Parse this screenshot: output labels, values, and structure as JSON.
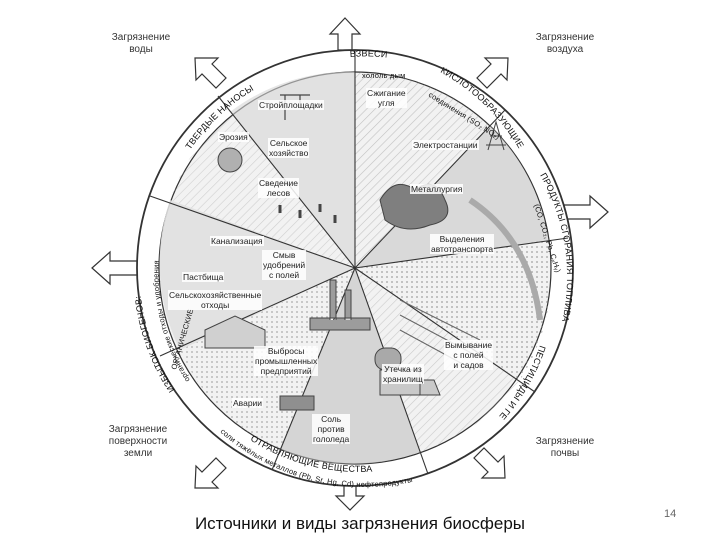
{
  "corners": {
    "water": "Загрязнение\nводы",
    "air": "Загрязнение\nвоздуха",
    "surface": "Загрязнение\nповерхности\nземли",
    "soil": "Загрязнение\nпочвы"
  },
  "rim": {
    "solid_sediments": "ТВЕРДЫЕ НАНОСЫ",
    "suspended": "ВЗВЕСИ",
    "suspended_sub": "хололь дым",
    "acid_forming": "КИСЛОТООБРАЗУЮЩИЕ",
    "acid_forming_sub": "соединения (SO₂ NO₂)",
    "fuel_products": "ПРОДУКТЫ СГОРАНИЯ ТОПЛИВА",
    "fuel_products_sub": "(CO, CO₂, Pb, CₓHᵧ)",
    "pesticides": "ПЕСТИЦИДЫ И ГЕРБИЦИДЫ",
    "toxic": "ОТРАВЛЯЮЩИЕ ВЕЩЕСТВА",
    "toxic_sub": "соли тяжёлых металлов (Pb, Sr, Hg, Cd) нефтепродукты",
    "biogens": "ИЗБЫТОК БИОГЕНОВ:",
    "biogens_sub1": "органические отходы и удобрения",
    "biogens_sub2": "ОРГАНИЧЕСКИЕ"
  },
  "sectors": {
    "construction": "Стройплощадки",
    "erosion": "Эрозия",
    "agriculture": "Сельское\nхозяйство",
    "deforestation": "Сведение\nлесов",
    "coal_burning": "Сжигание\nугля",
    "power_plants": "Электростанции",
    "metallurgy": "Металлургия",
    "transport": "Выделения\nавтотранспорта",
    "sewage": "Канализация",
    "fertilizer_runoff": "Смыв\nудобрений\nс полей",
    "pastures": "Пастбища",
    "farm_waste": "Сельскохозяйственные\nотходы",
    "industrial_emissions": "Выбросы\nпромышленных\nпредприятий",
    "storage_leak": "Утечка из\nхранилищ",
    "washout": "Вымывание\nс полей\nи садов",
    "accidents": "Аварии",
    "road_salt": "Соль\nпротив\nгололеда"
  },
  "caption": "Источники и виды загрязнения биосферы",
  "page_number": "14",
  "colors": {
    "line": "#333333",
    "shade": "#d9d9d9",
    "dark_shade": "#8c8c8c",
    "rim": "#ffffff"
  }
}
